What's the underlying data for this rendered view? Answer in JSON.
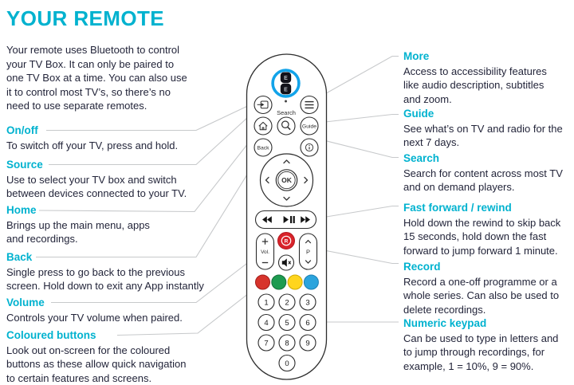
{
  "title": "YOUR REMOTE",
  "intro": "Your remote uses Bluetooth to control\nyour TV Box. It can only be paired to\none TV Box at a time. You can also use\nit to control most TV’s, so there’s no\nneed to use separate remotes.",
  "left_sections": [
    {
      "heading": "On/off",
      "body": "To switch off your TV, press and hold."
    },
    {
      "heading": "Source",
      "body": "Use to select your TV box and switch\nbetween devices connected to your TV."
    },
    {
      "heading": "Home",
      "body": "Brings up the main menu, apps\nand recordings."
    },
    {
      "heading": "Back",
      "body": "Single press to go back to the previous\nscreen. Hold down to exit any App instantly"
    },
    {
      "heading": "Volume",
      "body": "Controls your TV volume when paired."
    },
    {
      "heading": "Coloured buttons",
      "body": "Look out on-screen for the coloured\nbuttons as these allow quick navigation\nto certain features and screens."
    }
  ],
  "right_sections": [
    {
      "heading": "More",
      "body": "Access to accessibility features\nlike audio description, subtitles\nand zoom."
    },
    {
      "heading": "Guide",
      "body": "See what’s on TV and radio for the\nnext 7 days."
    },
    {
      "heading": "Search",
      "body": "Search for content across most TV\nand on demand players."
    },
    {
      "heading": "Fast forward / rewind",
      "body": "Hold down the rewind to skip back\n15 seconds, hold down the fast\nforward to jump forward 1 minute."
    },
    {
      "heading": "Record",
      "body": "Record a one-off programme or a\nwhole series. Can also be used to\ndelete recordings."
    },
    {
      "heading": "Numeric keypad",
      "body": "Can be used to type in letters and\nto jump through recordings, for\nexample, 1 = 10%, 9 = 90%."
    }
  ],
  "remote": {
    "printed_labels": {
      "search": "Search",
      "guide": "Guide",
      "back": "Back",
      "ok": "OK",
      "volume": "Vol.",
      "channel": "P",
      "record": "R",
      "ee_logo_top": "E",
      "ee_logo_bottom": "E"
    },
    "keypad_digits": [
      "1",
      "2",
      "3",
      "4",
      "5",
      "6",
      "7",
      "8",
      "9",
      "0"
    ],
    "icons": [
      "power-ee-logo-icon",
      "status-led-dot",
      "source-input-icon",
      "menu-lines-icon",
      "home-icon",
      "search-magnifier-icon",
      "info-icon",
      "dpad-up-icon",
      "dpad-down-icon",
      "dpad-left-icon",
      "dpad-right-icon",
      "rewind-icon",
      "play-pause-icon",
      "fast-forward-icon",
      "volume-plus-icon",
      "volume-minus-icon",
      "record-dot-icon",
      "mute-speaker-icon",
      "channel-up-icon",
      "channel-down-icon"
    ],
    "colors": {
      "accent_teal": "#00b2cf",
      "power_ring_blue": "#12a3e9",
      "record_red": "#d8232a",
      "coloured_button_red": "#d7342c",
      "coloured_button_green": "#1d9b50",
      "coloured_button_yellow": "#ffd51e",
      "coloured_button_blue": "#2ba4dd",
      "connector_line_gray": "#c7c9cb",
      "body_text": "#23253a",
      "outline_dark": "#2d2d2d"
    }
  }
}
